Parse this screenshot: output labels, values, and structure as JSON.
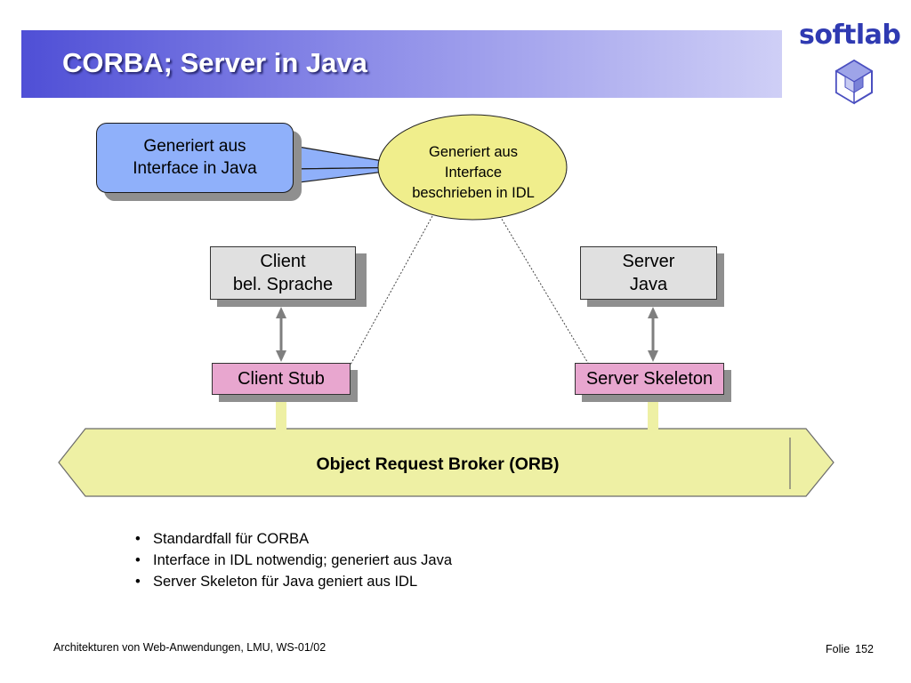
{
  "slide": {
    "title": "CORBA; Server in Java"
  },
  "logo": {
    "text": "softlab",
    "color": "#2f3ab2"
  },
  "diagram": {
    "callout": {
      "line1": "Generiert aus",
      "line2": "Interface in Java"
    },
    "idl_ellipse": {
      "line1": "Generiert aus",
      "line2": "Interface",
      "line3": "beschrieben in IDL"
    },
    "client_box": {
      "line1": "Client",
      "line2": "bel. Sprache"
    },
    "server_box": {
      "line1": "Server",
      "line2": "Java"
    },
    "client_stub": "Client Stub",
    "server_skeleton": "Server Skeleton",
    "orb": "Object Request Broker (ORB)"
  },
  "bullets": [
    "Standardfall für CORBA",
    "Interface in IDL notwendig; generiert aus Java",
    "Server Skeleton für Java geniert aus IDL"
  ],
  "footer": {
    "course": "Architekturen von Web-Anwendungen, LMU, WS-01/02",
    "folie_label": "Folie",
    "folie_number": "152"
  },
  "colors": {
    "title_bar_start": "#4f4fd6",
    "title_bar_end": "#cfcff6",
    "callout_fill": "#8fb0fa",
    "ellipse_fill": "#f0ee8c",
    "box_fill": "#e0e0e0",
    "stub_fill": "#e8a6cf",
    "orb_fill": "#eef0a4"
  }
}
